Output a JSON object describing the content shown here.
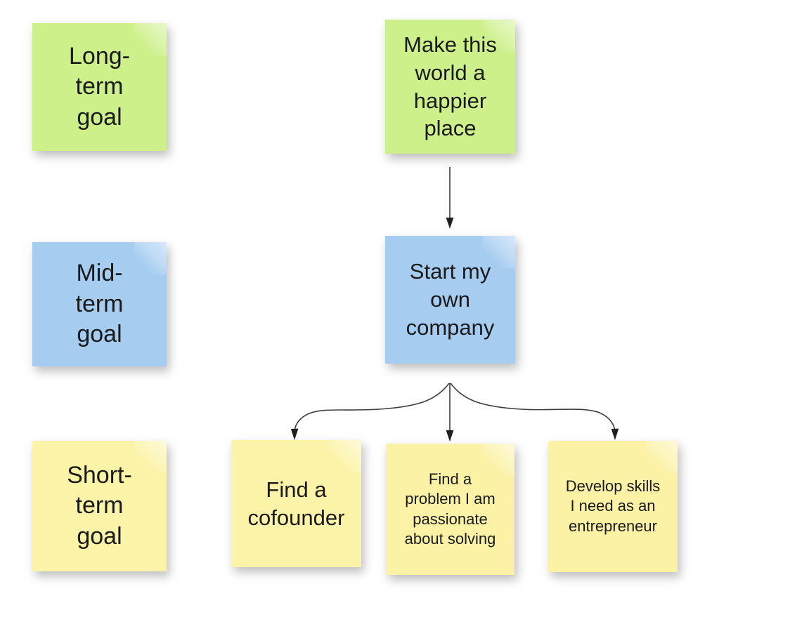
{
  "board": {
    "title": "Goal hierarchy sticky-note board",
    "background_color": "#ffffff"
  },
  "colors": {
    "long_term": "#cdf08a",
    "mid_term": "#a6cdf0",
    "short_term": "#fbf3a8",
    "text": "#1a1a1a",
    "arrow": "#3d3d3d"
  },
  "labels": {
    "long_term": "Long-\nterm\ngoal",
    "mid_term": "Mid-\nterm\ngoal",
    "short_term": "Short-\nterm\ngoal"
  },
  "notes": {
    "vision": "Make this\nworld a\nhappier\nplace",
    "company": "Start my\nown\ncompany",
    "cofounder": "Find a\ncofounder",
    "problem": "Find a\nproblem I am\npassionate\nabout solving",
    "skills": "Develop skills\nI need as an\nentrepreneur"
  },
  "connections": [
    {
      "name": "vision-to-company",
      "from": "vision",
      "to": "company",
      "style": "straight-arrow"
    },
    {
      "name": "company-to-cofounder",
      "from": "company",
      "to": "cofounder",
      "style": "curved-arrow-left"
    },
    {
      "name": "company-to-problem",
      "from": "company",
      "to": "problem",
      "style": "straight-arrow"
    },
    {
      "name": "company-to-skills",
      "from": "company",
      "to": "skills",
      "style": "curved-arrow-right"
    }
  ]
}
